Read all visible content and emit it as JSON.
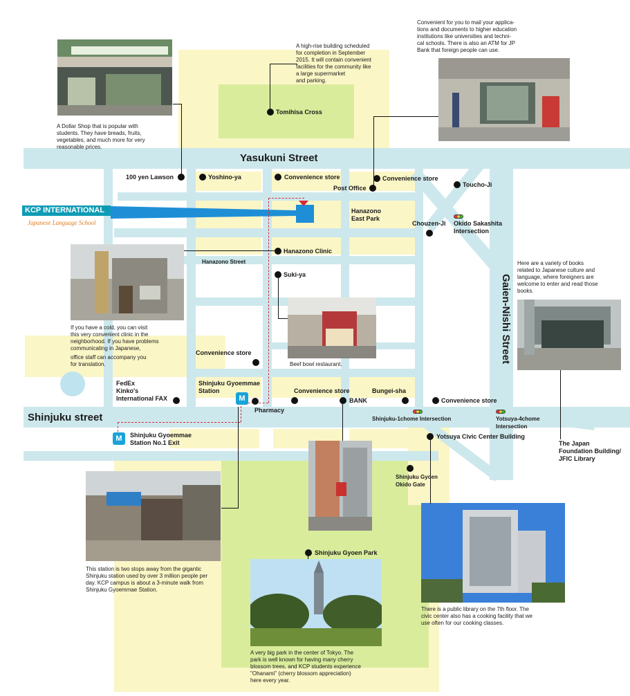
{
  "streets": {
    "yasukuni": "Yasukuni Street",
    "shinjuku": "Shinjuku street",
    "gaien": "Gaien-Nishi Street",
    "hanazono": "Hanazono Street"
  },
  "logo": {
    "brand": "KCP INTERNATIONAL",
    "subtitle": "Japanese Language School"
  },
  "places": {
    "tomihisa": "Tomihisa Cross",
    "lawson": "100 yen Lawson",
    "yoshinoya": "Yoshino-ya",
    "conv1": "Convenience store",
    "conv2": "Convenience store",
    "post_office": "Post Office",
    "touchoji": "Toucho-Ji",
    "hanazono_park": "Hanazono\nEast Park",
    "okido": "Okido Sakashita\nIntersection",
    "chouzenji": "Chouzen-Ji",
    "clinic": "Hanazono Clinic",
    "sukiya": "Suki-ya",
    "conv3": "Convenience store",
    "fedex": "FedEx\nKinko's\nInternational FAX",
    "gyoemmae_station": "Shinjuku Gyoemmae\nStation",
    "conv4": "Convenience store",
    "bank": "BANK",
    "bungeisha": "Bungei-sha",
    "conv5": "Convenience store",
    "pharmacy": "Pharmacy",
    "chome1": "Shinjuku-1chome Intersection",
    "yotsuya4": "Yotsuya-4chome\nIntersection",
    "exit": "Shinjuku Gyoemmae\nStation No.1 Exit",
    "civic": "Yotsuya Civic Center Building",
    "jfic": "The Japan\nFoundation Building/\nJFIC Library",
    "okido_gate": "Shinjuku Gyoen\nOkido Gate",
    "gyoen_park": "Shinjuku Gyoen Park"
  },
  "descriptions": {
    "tomihisa": "A high-rise building scheduled\nfor completion in September\n2015. It will contain convenient\nfacilities for the community like\na large supermarket\nand parking.",
    "post_office": "Convenient for you to mail your applica-\ntions and documents to higher education\ninstitutions like universities and techni-\ncal schools. There is also an ATM for JP\nBank that foreign people can use.",
    "lawson": "A Dollar Shop that is popular with\nstudents. They have breads, fruits,\nvegetables, and much more for very\nreasonable prices.",
    "clinic": "If you have a cold, you can visit\nthis very convenient clinic in the\nneighborhood. If you have problems\ncommunicating in Japanese,",
    "clinic2": "office staff can accompany you\nfor translation.",
    "sukiya": "Beef bowl restaurant.",
    "jfic": "Here are a variety of books\nrelated to Japanese culture and\nlanguage, where foreigners are\nwelcome to enter and read those\nbooks.",
    "station": "This station is two stops away from the gigantic\nShinjuku station used by over 3 million people per\nday. KCP campus is about a 3-minute walk from\nShinjuku Gyoemmae Station.",
    "civic": "There is a public library on the 7th floor. The\ncivic center also has a cooking facility that we\nuse often for our cooking classes.",
    "park": "A very big park in the center of Tokyo. The\npark is well known for having many cherry\nblossom trees, and KCP students experience\n\"Ohanami\" (cherry blossom appreciation)\nhere every year."
  },
  "colors": {
    "road": "#cde8ec",
    "zone": "#fbf6c6",
    "park": "#d9ec9c",
    "school": "#1e8fd6",
    "route": "#d8283a",
    "logo": "#0e9bb5"
  }
}
